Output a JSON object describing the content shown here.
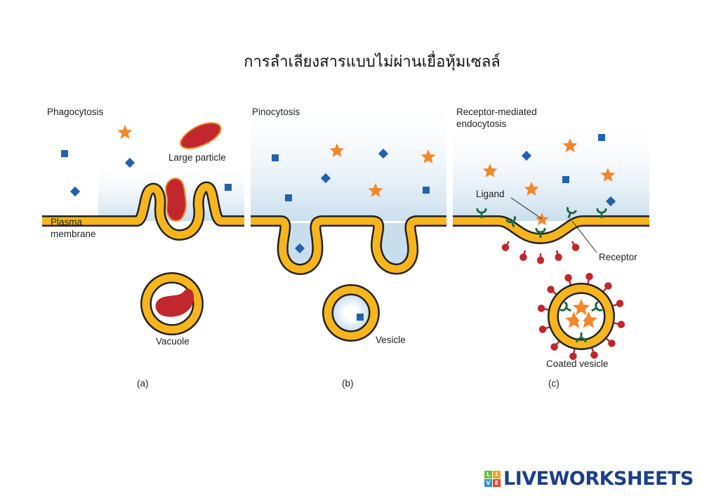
{
  "title": "การลำเลียงสารแบบไม่ผ่านเยื่อหุ้มเซลล์",
  "panels": {
    "a": {
      "heading": "Phagocytosis",
      "large_particle": "Large particle",
      "plasma": "Plasma",
      "membrane": "membrane",
      "vacuole": "Vacuole",
      "letter": "(a)"
    },
    "b": {
      "heading": "Pinocytosis",
      "vesicle": "Vesicle",
      "letter": "(b)"
    },
    "c": {
      "heading1": "Receptor-mediated",
      "heading2": "endocytosis",
      "ligand": "Ligand",
      "receptor": "Receptor",
      "coated_vesicle": "Coated vesicle",
      "letter": "(c)"
    }
  },
  "logo": {
    "text": "LIVEWORKSHEETS",
    "tiles": [
      "L",
      "I",
      "V",
      "E"
    ]
  },
  "colors": {
    "membrane": "#f7b51c",
    "particle": "#c1272d",
    "star": "#f4862a",
    "square": "#1f63b0",
    "receptor": "#1e6b46",
    "background": "#cfe2ef"
  }
}
